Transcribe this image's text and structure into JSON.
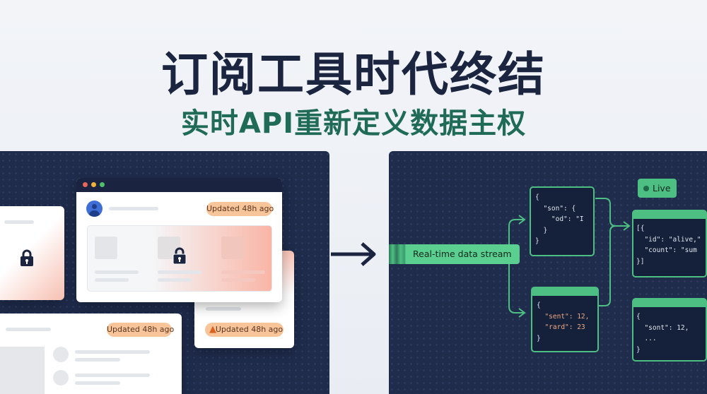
{
  "title": "订阅工具时代终结",
  "subtitle": "实时API重新定义数据主权",
  "left": {
    "badge_main": "Updated 48h ago",
    "badge_back": "Updated 48h ago",
    "badge_bottom": "Updated 48h ago",
    "window_dots": [
      "#e8665a",
      "#f0b13b",
      "#4fc06a"
    ]
  },
  "right": {
    "stream_label": "Real-time data stream",
    "live_label": "Live",
    "box1": [
      "{",
      "  \"son\": {",
      "    \"od\": \"I",
      "  }",
      "}"
    ],
    "box2": [
      "{",
      "  \"sent\": 12,",
      "  \"rard\": 23",
      "}"
    ],
    "box3": [
      "[{",
      "  \"id\": \"alive,\"",
      "  \"count\": \"sum",
      "}]"
    ],
    "box4": [
      "{",
      "  \"sont\": 12,",
      "  ...",
      "}"
    ]
  },
  "colors": {
    "navy": "#1f2c4c",
    "green": "#4dbf83",
    "badge": "#f8c59a"
  }
}
